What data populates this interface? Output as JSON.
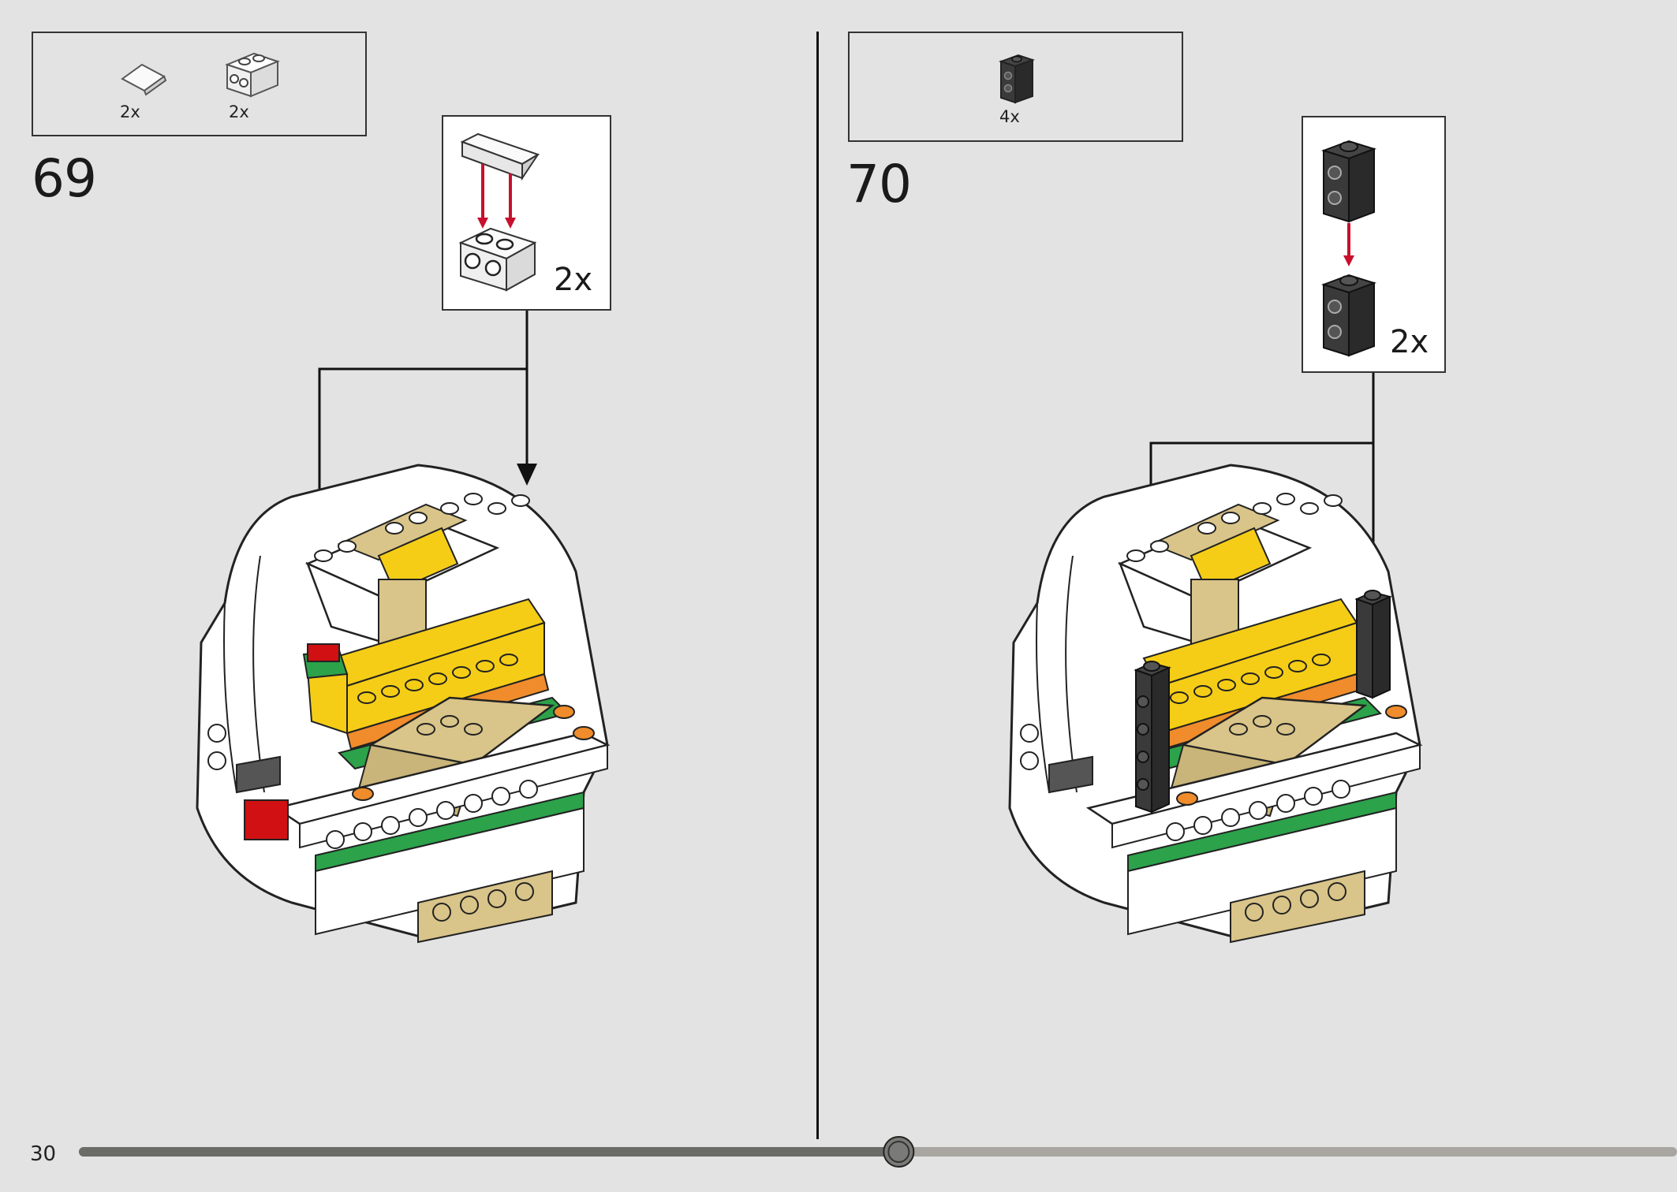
{
  "page": {
    "number": "30"
  },
  "steps": [
    {
      "number": "69",
      "parts": [
        {
          "icon": "slope-tile-white-icon",
          "count": "2x"
        },
        {
          "icon": "brick-studs-side-white-icon",
          "count": "2x"
        }
      ],
      "callout": {
        "count": "2x"
      }
    },
    {
      "number": "70",
      "parts": [
        {
          "icon": "brick-studs-side-black-icon",
          "count": "4x"
        }
      ],
      "callout": {
        "count": "2x"
      }
    }
  ],
  "progress": {
    "fraction": 0.513,
    "fill_color": "#6b6b67",
    "track_color": "#a9a6a1"
  },
  "colors": {
    "arrow_red": "#c8102e",
    "yellow": "#f5cd16",
    "tan": "#d9c489",
    "green": "#2ca24a",
    "orange": "#f08c2b",
    "dark": "#2e2e2e",
    "red": "#d01012"
  }
}
